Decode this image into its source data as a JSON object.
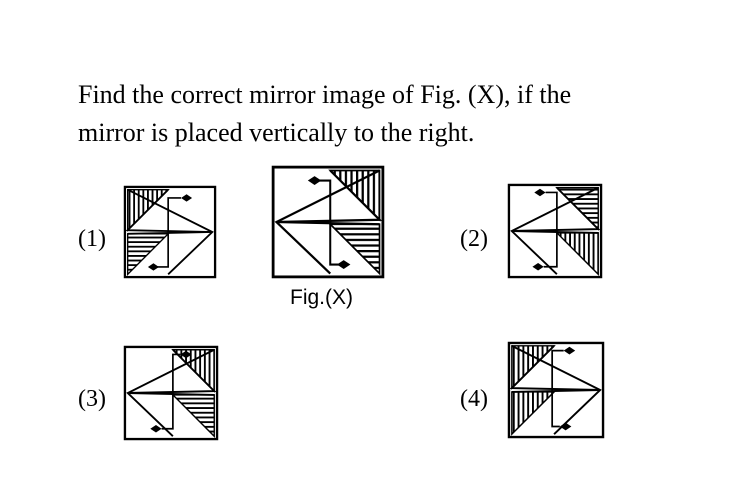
{
  "question": {
    "line1": "Find the correct mirror image of Fig. (X), if the",
    "line2": "mirror is placed vertically to the right."
  },
  "figure_caption": "Fig.(X)",
  "options": [
    {
      "label": "(1)"
    },
    {
      "label": "(2)"
    },
    {
      "label": "(3)"
    },
    {
      "label": "(4)"
    }
  ]
}
